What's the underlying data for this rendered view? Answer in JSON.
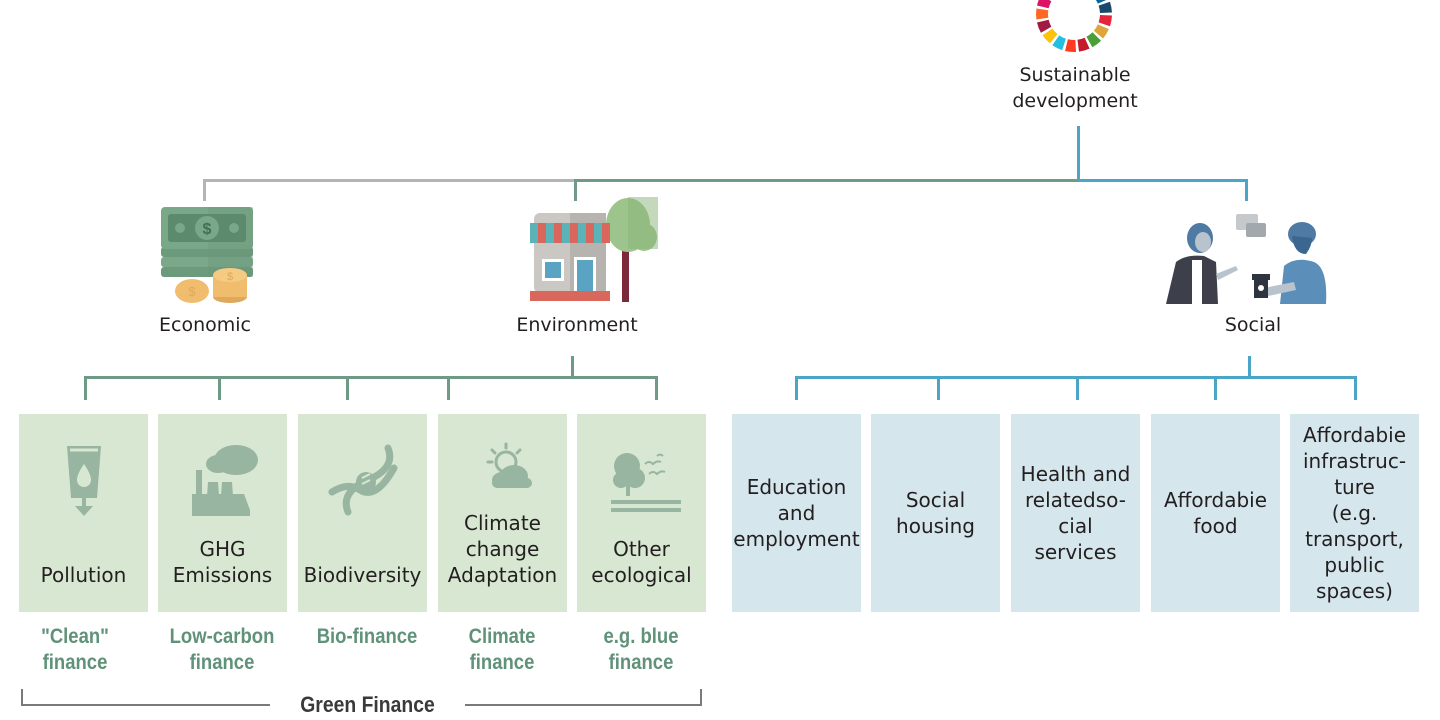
{
  "root": {
    "label": "Sustainable\ndevelopment",
    "line1": "Sustainable",
    "line2": "development",
    "icon": "sdg-wheel-icon"
  },
  "pillars": [
    {
      "id": "economic",
      "label": "Economic",
      "icon": "money-stack-icon",
      "connector_color": "#b4b4b4"
    },
    {
      "id": "environment",
      "label": "Environment",
      "icon": "shop-tree-icon",
      "connector_color": "#6f9a86"
    },
    {
      "id": "social",
      "label": "Social",
      "icon": "people-conversation-icon",
      "connector_color": "#4aa5c6"
    }
  ],
  "environment_items": [
    {
      "label": "Pollution",
      "icon": "pollution-icon",
      "finance_line1": "\"Clean\"",
      "finance_line2": "finance"
    },
    {
      "label_line1": "GHG",
      "label_line2": "Emissions",
      "icon": "factory-smoke-icon",
      "finance_line1": "Low-carbon",
      "finance_line2": "finance"
    },
    {
      "label": "Biodiversity",
      "icon": "dna-icon",
      "finance_line1": "Bio-finance",
      "finance_line2": ""
    },
    {
      "label_line1": "Climate",
      "label_line2": "change",
      "label_line3": "Adaptation",
      "icon": "sun-cloud-icon",
      "finance_line1": "Climate",
      "finance_line2": "finance"
    },
    {
      "label_line1": "Other",
      "label_line2": "ecological",
      "icon": "tree-birds-icon",
      "finance_line1": "e.g. blue",
      "finance_line2": "finance"
    }
  ],
  "social_items": [
    {
      "lines": [
        "Education",
        "and",
        "employment"
      ]
    },
    {
      "lines": [
        "Social",
        "housing"
      ]
    },
    {
      "lines": [
        "Health and",
        "relatedso-",
        "cial",
        "services"
      ]
    },
    {
      "lines": [
        "Affordabie",
        "food"
      ]
    },
    {
      "lines": [
        "Affordabie",
        "infrastruc-",
        "ture",
        "(e.g.",
        "transport,",
        "public",
        "spaces)"
      ]
    }
  ],
  "green_finance_label": "Green Finance",
  "colors": {
    "env_box": "#d8e7d2",
    "social_box": "#d5e6ed",
    "env_line": "#6f9a86",
    "social_line": "#4aa5c6",
    "econ_line": "#b4b4b4",
    "finance_text": "#5f9279",
    "env_icon": "#97b5a0"
  }
}
